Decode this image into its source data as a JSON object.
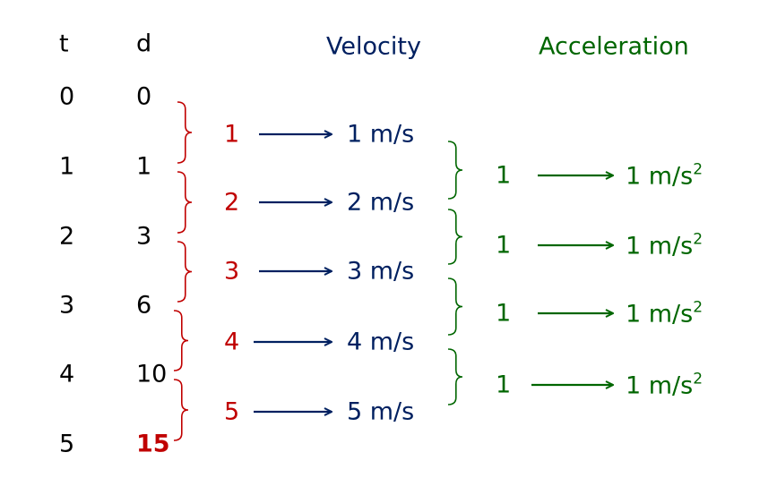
{
  "colors": {
    "text": "#000000",
    "differences": "#c00000",
    "velocity": "#002060",
    "acceleration": "#006600"
  },
  "headers": {
    "time": "t",
    "distance": "d",
    "velocity": "Velocity",
    "acceleration": "Acceleration"
  },
  "rows": [
    {
      "t": "0",
      "d": "0"
    },
    {
      "t": "1",
      "d": "1"
    },
    {
      "t": "2",
      "d": "3"
    },
    {
      "t": "3",
      "d": "6"
    },
    {
      "t": "4",
      "d": "10"
    },
    {
      "t": "5",
      "d": "15",
      "highlight": true
    }
  ],
  "differences": [
    "1",
    "2",
    "3",
    "4",
    "5"
  ],
  "velocities": [
    "1 m/s",
    "2 m/s",
    "3 m/s",
    "4 m/s",
    "5 m/s"
  ],
  "second_differences": [
    "1",
    "1",
    "1",
    "1"
  ],
  "accelerations": [
    {
      "value": "1 m/s",
      "exp": "2"
    },
    {
      "value": "1 m/s",
      "exp": "2"
    },
    {
      "value": "1 m/s",
      "exp": "2"
    },
    {
      "value": "1 m/s",
      "exp": "2"
    }
  ]
}
